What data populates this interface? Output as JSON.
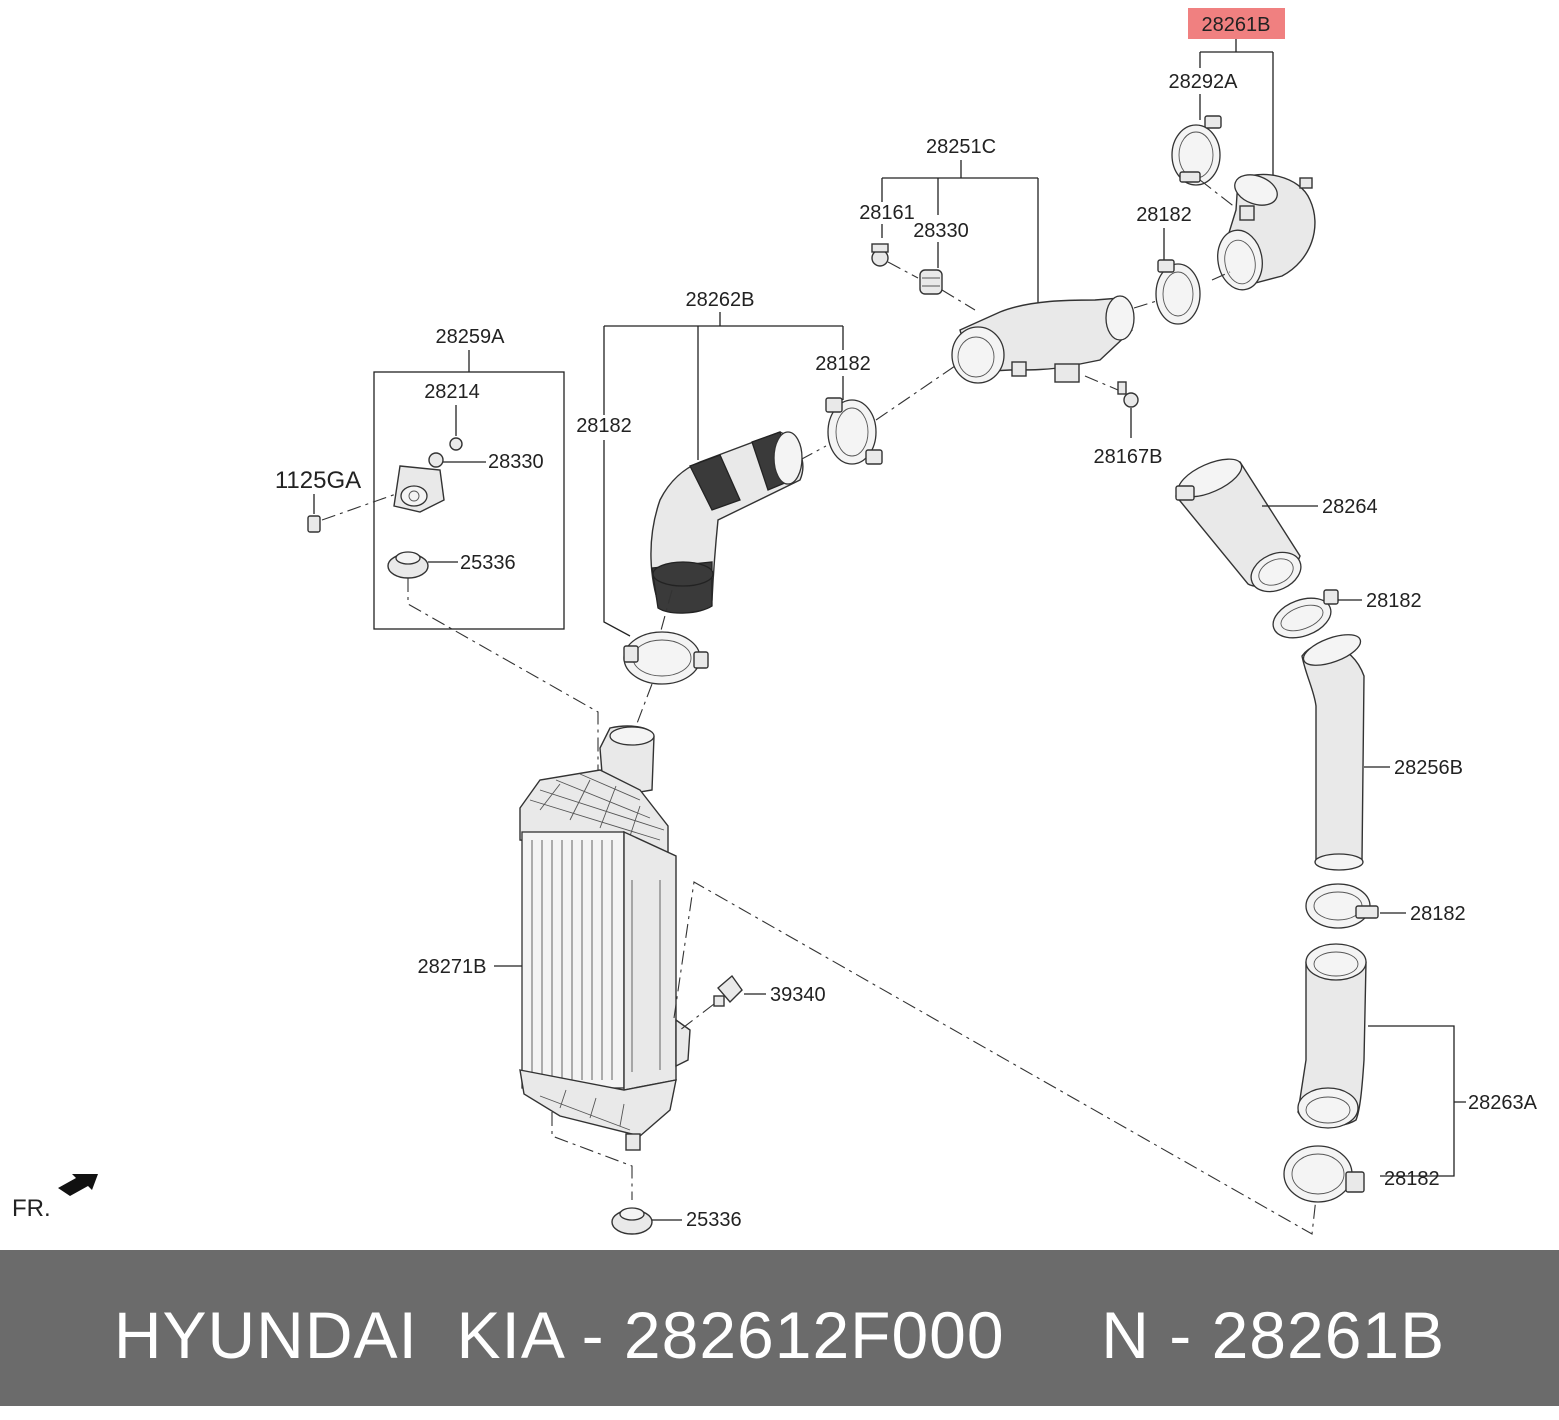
{
  "diagram": {
    "labels": {
      "p28261B": "28261B",
      "p28292A": "28292A",
      "p28251C": "28251C",
      "p28161": "28161",
      "p28330_top": "28330",
      "p28182_top": "28182",
      "p28262B": "28262B",
      "p28182_mid": "28182",
      "p28259A": "28259A",
      "p28214": "28214",
      "p28182_left": "28182",
      "p28330_left": "28330",
      "p1125GA": "1125GA",
      "p25336_top": "25336",
      "p28167B": "28167B",
      "p28264": "28264",
      "p28182_r1": "28182",
      "p28256B": "28256B",
      "p28182_r2": "28182",
      "p28271B": "28271B",
      "p39340": "39340",
      "p28263A": "28263A",
      "p28182_r3": "28182",
      "p25336_bottom": "25336",
      "fr": "FR."
    },
    "highlight_color": "#f08080"
  },
  "footer": {
    "text": "HYUNDAI  KIA - 282612F000     N - 28261B",
    "background": "#6b6b6b"
  }
}
